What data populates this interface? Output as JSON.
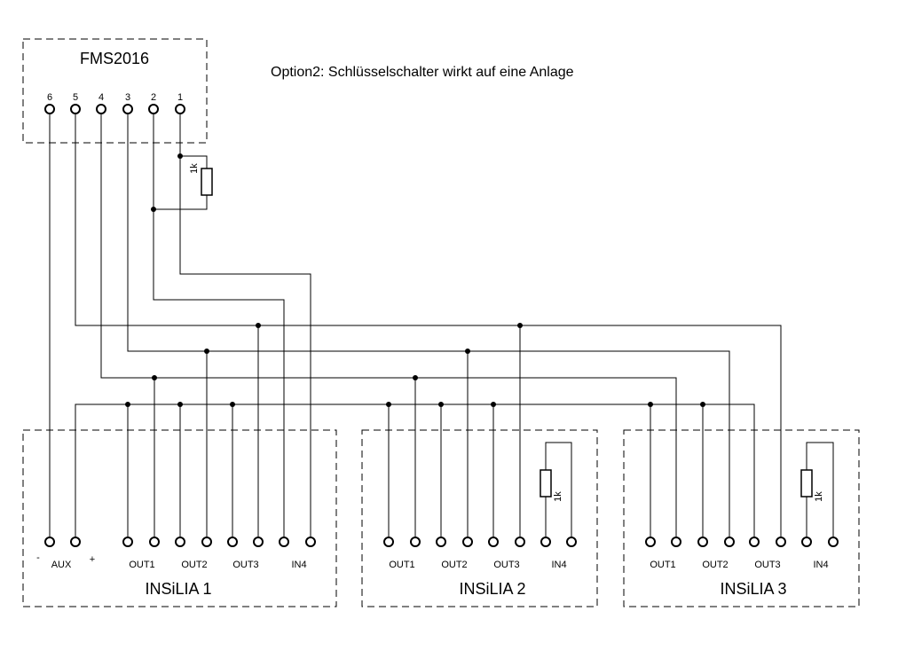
{
  "title": "Option2: Schlüsselschalter wirkt auf eine Anlage",
  "fms": {
    "name": "FMS2016",
    "pins": [
      "6",
      "5",
      "4",
      "3",
      "2",
      "1"
    ]
  },
  "resistor_label": "1k",
  "insilia": [
    {
      "name": "INSiLIA 1",
      "minus": "-",
      "plus": "+",
      "labels": [
        "AUX",
        "OUT1",
        "OUT2",
        "OUT3",
        "IN4"
      ]
    },
    {
      "name": "INSiLIA 2",
      "labels": [
        "OUT1",
        "OUT2",
        "OUT3",
        "IN4"
      ]
    },
    {
      "name": "INSiLIA 3",
      "labels": [
        "OUT1",
        "OUT2",
        "OUT3",
        "IN4"
      ]
    }
  ]
}
